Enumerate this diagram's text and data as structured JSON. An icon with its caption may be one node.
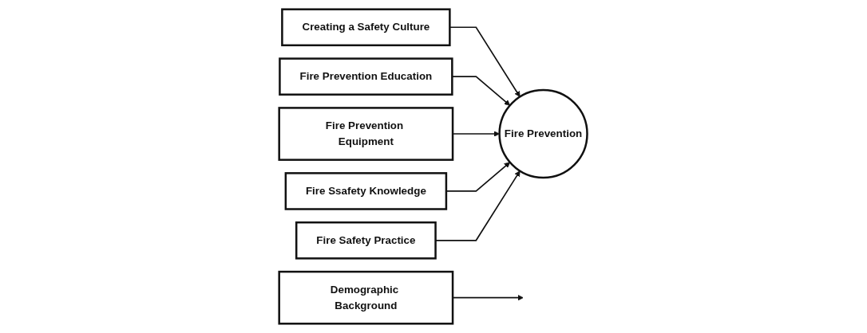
{
  "diagram": {
    "nodes": [
      {
        "text": [
          "Creating a Safety Culture"
        ]
      },
      {
        "text": [
          "Fire Prevention Education"
        ]
      },
      {
        "text": [
          "Fire Prevention Equipment"
        ]
      },
      {
        "text": [
          "Fire Ssafety Knowledge"
        ]
      },
      {
        "text": [
          "Fire Safety Practice"
        ]
      },
      {
        "text": [
          "Fire Prevention"
        ]
      },
      {
        "text": [
          "Demographic Background"
        ]
      }
    ],
    "edges": [
      {
        "from": 0,
        "to": 5,
        "arrow": "to"
      },
      {
        "from": 1,
        "to": 5,
        "arrow": "to"
      },
      {
        "from": 2,
        "to": 5,
        "arrow": "to"
      },
      {
        "from": 3,
        "to": 5,
        "arrow": "to"
      },
      {
        "from": 4,
        "to": 5,
        "arrow": "to"
      },
      {
        "from": 6,
        "to": null,
        "arrow": "to"
      }
    ]
  }
}
